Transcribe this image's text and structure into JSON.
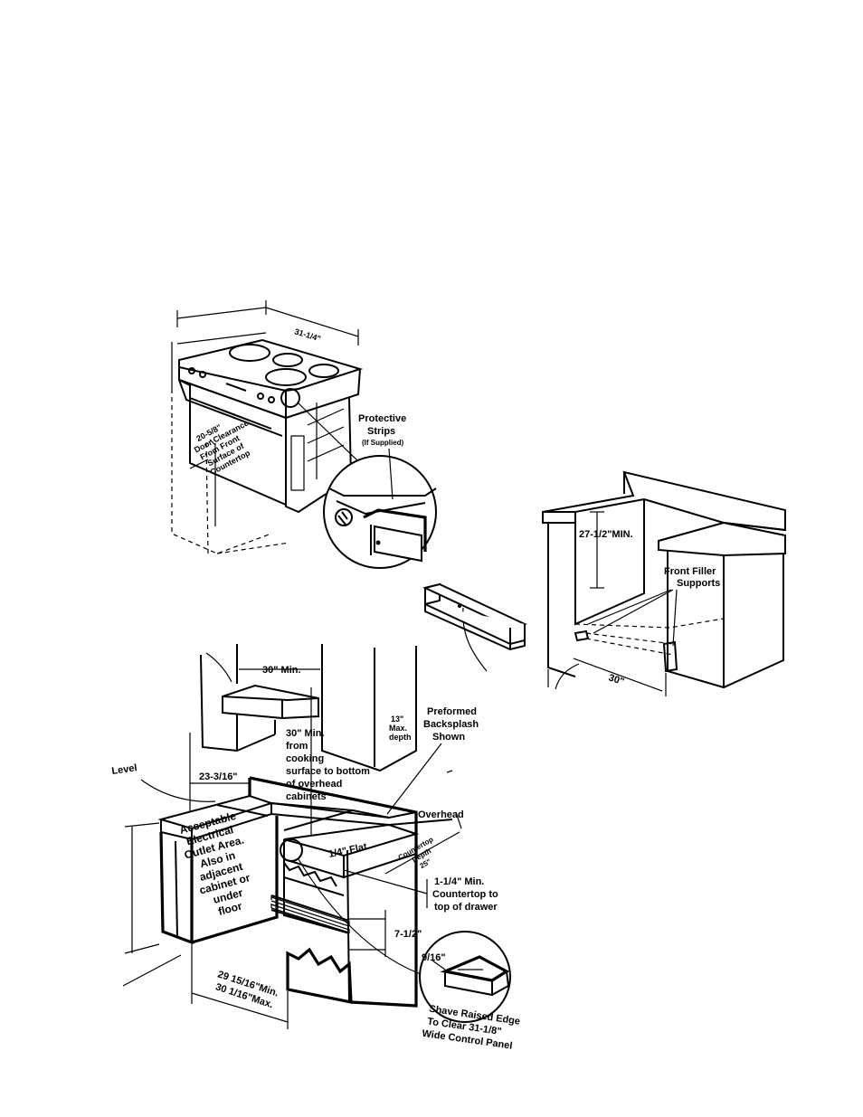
{
  "range_figure": {
    "width_dim": "31-1/4\"",
    "door_clearance": [
      "20-5/8\"",
      "Door Clearance",
      "From Front",
      "Surface of",
      "Countertop"
    ],
    "strips_callout": [
      "Protective",
      "Strips"
    ],
    "strips_note": "(If Supplied)"
  },
  "cabinet_figure": {
    "height_dim": "27-1/2\"MIN.",
    "filler_callout": [
      "Front Filler",
      "Supports"
    ],
    "width_dim": "30\""
  },
  "installation_figure": {
    "cabinet_gap": "30\" Min.",
    "upper_depth": [
      "13\"",
      "Max.",
      "depth"
    ],
    "backsplash_callout": [
      "Preformed",
      "Backsplash",
      "Shown"
    ],
    "clearance_note": [
      "30\" Min.",
      "from",
      "cooking",
      "surface to bottom",
      "of overhead",
      "cabinets"
    ],
    "level_label": "Level",
    "left_width": "23-3/16\"",
    "overhead_label": "Overhead",
    "outlet_area": [
      "Acceptable",
      "Electrical",
      "Outlet Area.",
      "Also in",
      "adjacent",
      "cabinet or",
      "under",
      "floor"
    ],
    "flat_label": "1/4\" Flat",
    "countertop_depth": [
      "Countertop",
      "Depth",
      "25\""
    ],
    "drawer_clearance": [
      "1-1/4\" Min.",
      "Countertop to",
      "top of drawer"
    ],
    "drawer_height": "7-1/2\"",
    "opening_width": [
      "29 15/16\"Min.",
      "30 1/16\"Max."
    ],
    "edge_dim": "9/16\"",
    "shave_note": [
      "Shave Raised Edge",
      "To Clear 31-1/8\"",
      "Wide Control Panel"
    ]
  }
}
